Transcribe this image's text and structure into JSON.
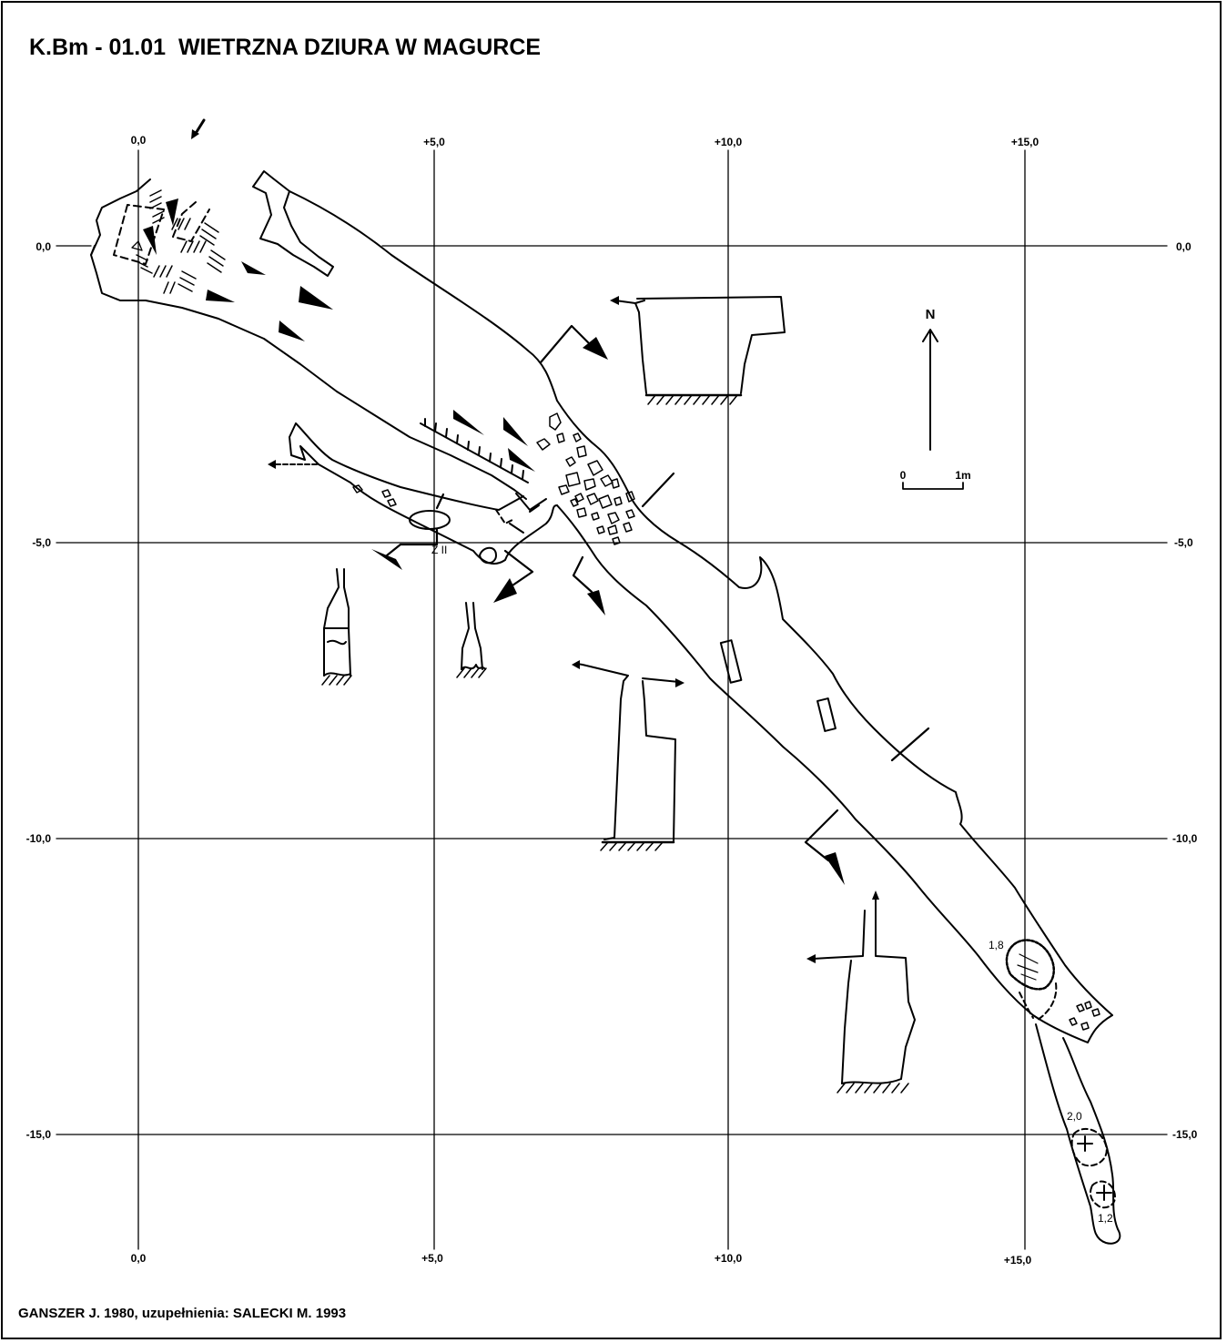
{
  "title": "K.Bm - 01.01  WIETRZNA DZIURA W MAGURCE",
  "credit": "GANSZER J. 1980, uzupełnienia: SALECKI M. 1993",
  "north_label": "N",
  "scale": {
    "start": "0",
    "end": "1m"
  },
  "grid": {
    "x_labels": [
      "0,0",
      "+5,0",
      "+10,0",
      "+15,0"
    ],
    "y_labels": [
      "0,0",
      "-5,0",
      "-10,0",
      "-15,0"
    ]
  },
  "annotations": {
    "z2": "Z II",
    "d1": "1,8",
    "d2": "2,0",
    "d3": "1,2"
  }
}
